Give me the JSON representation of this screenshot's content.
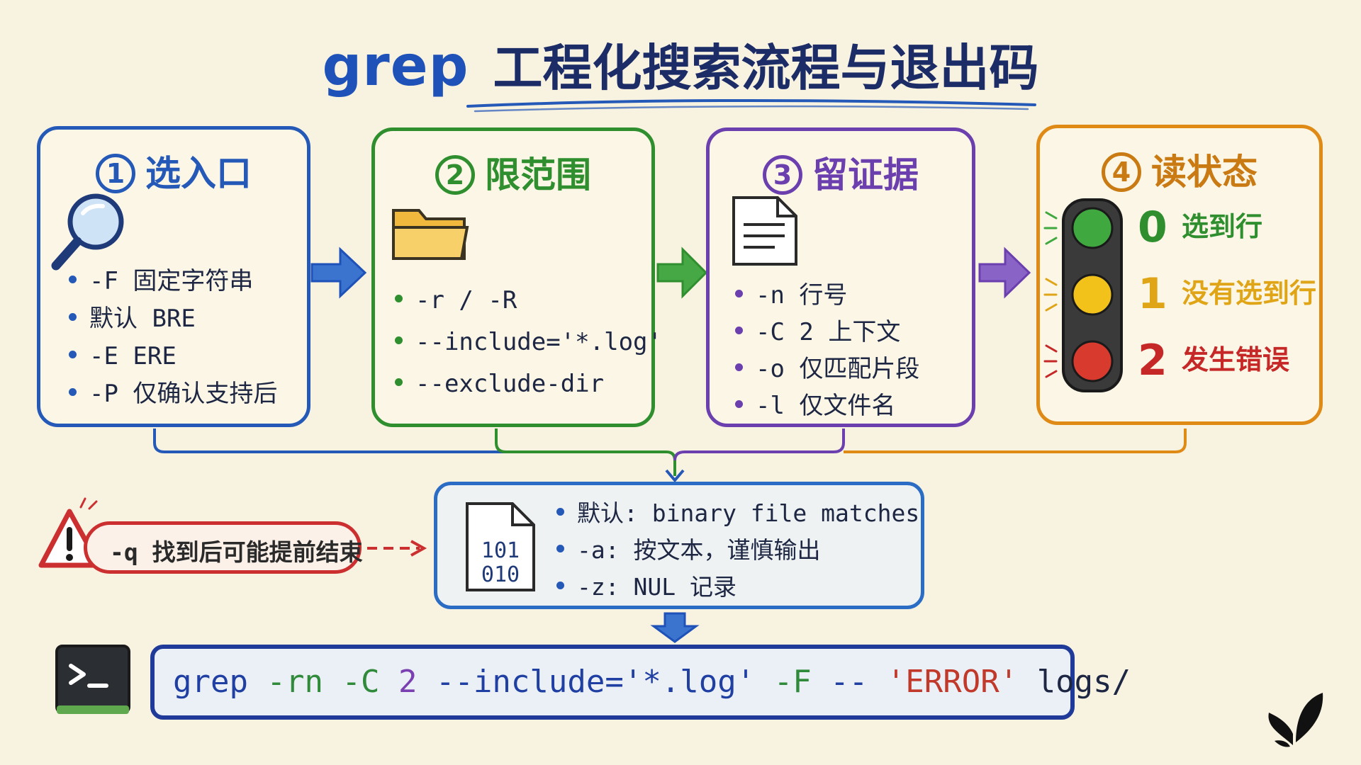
{
  "title": {
    "cmd": "grep",
    "text": "工程化搜索流程与退出码"
  },
  "steps": [
    {
      "num": "1",
      "title": "选入口",
      "icon": "magnifier-icon",
      "color": "#2459b8",
      "items": [
        "-F 固定字符串",
        "默认 BRE",
        "-E ERE",
        "-P 仅确认支持后"
      ]
    },
    {
      "num": "2",
      "title": "限范围",
      "icon": "folder-icon",
      "color": "#2f8f2f",
      "items": [
        "-r / -R",
        "--include='*.log'",
        "--exclude-dir"
      ]
    },
    {
      "num": "3",
      "title": "留证据",
      "icon": "document-icon",
      "color": "#6b3fae",
      "items": [
        "-n 行号",
        "-C 2 上下文",
        "-o 仅匹配片段",
        "-l 仅文件名"
      ]
    },
    {
      "num": "4",
      "title": "读状态",
      "icon": "traffic-light-icon",
      "color": "#e08a16",
      "exit_codes": [
        {
          "code": "0",
          "text": "选到行",
          "color": "#2f8f2f"
        },
        {
          "code": "1",
          "text": "没有选到行",
          "color": "#e0a516"
        },
        {
          "code": "2",
          "text": "发生错误",
          "color": "#c62828"
        }
      ]
    }
  ],
  "binary": {
    "icon_lines": [
      "101",
      "010"
    ],
    "items": [
      "默认: binary file matches",
      "-a: 按文本，谨慎输出",
      "-z: NUL 记录"
    ]
  },
  "warning": {
    "text": "-q 找到后可能提前结束",
    "color": "#cc2f2f"
  },
  "command": {
    "parts": {
      "cmd": "grep",
      "opt1": "-rn",
      "opt2": "-C",
      "num": "2",
      "include": "--include='*.log'",
      "opt3": "-F",
      "dashdash": "--",
      "pattern": "'ERROR'",
      "path": "logs/"
    }
  }
}
